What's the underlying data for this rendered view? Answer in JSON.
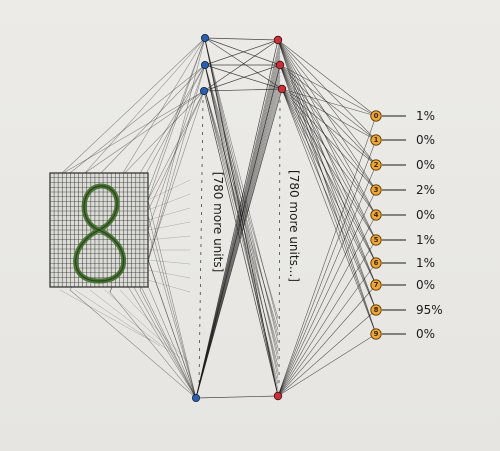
{
  "hidden_layer_1": {
    "label": "[780 more units]"
  },
  "hidden_layer_2": {
    "label": "[780 more units...]"
  },
  "input_image": {
    "digit_drawn": "8"
  },
  "colors": {
    "ink": "#1c1c1c",
    "input_node": "#2d5fb0",
    "hidden2_node": "#c8303a",
    "output_node": "#f0a634",
    "digit_stroke": "#3f6b2a",
    "grid": "#2a2a2a"
  },
  "outputs": [
    {
      "label": "0",
      "percent": "1%"
    },
    {
      "label": "1",
      "percent": "0%"
    },
    {
      "label": "2",
      "percent": "0%"
    },
    {
      "label": "3",
      "percent": "2%"
    },
    {
      "label": "4",
      "percent": "0%"
    },
    {
      "label": "5",
      "percent": "1%"
    },
    {
      "label": "6",
      "percent": "1%"
    },
    {
      "label": "7",
      "percent": "0%"
    },
    {
      "label": "8",
      "percent": "95%"
    },
    {
      "label": "9",
      "percent": "0%"
    }
  ]
}
